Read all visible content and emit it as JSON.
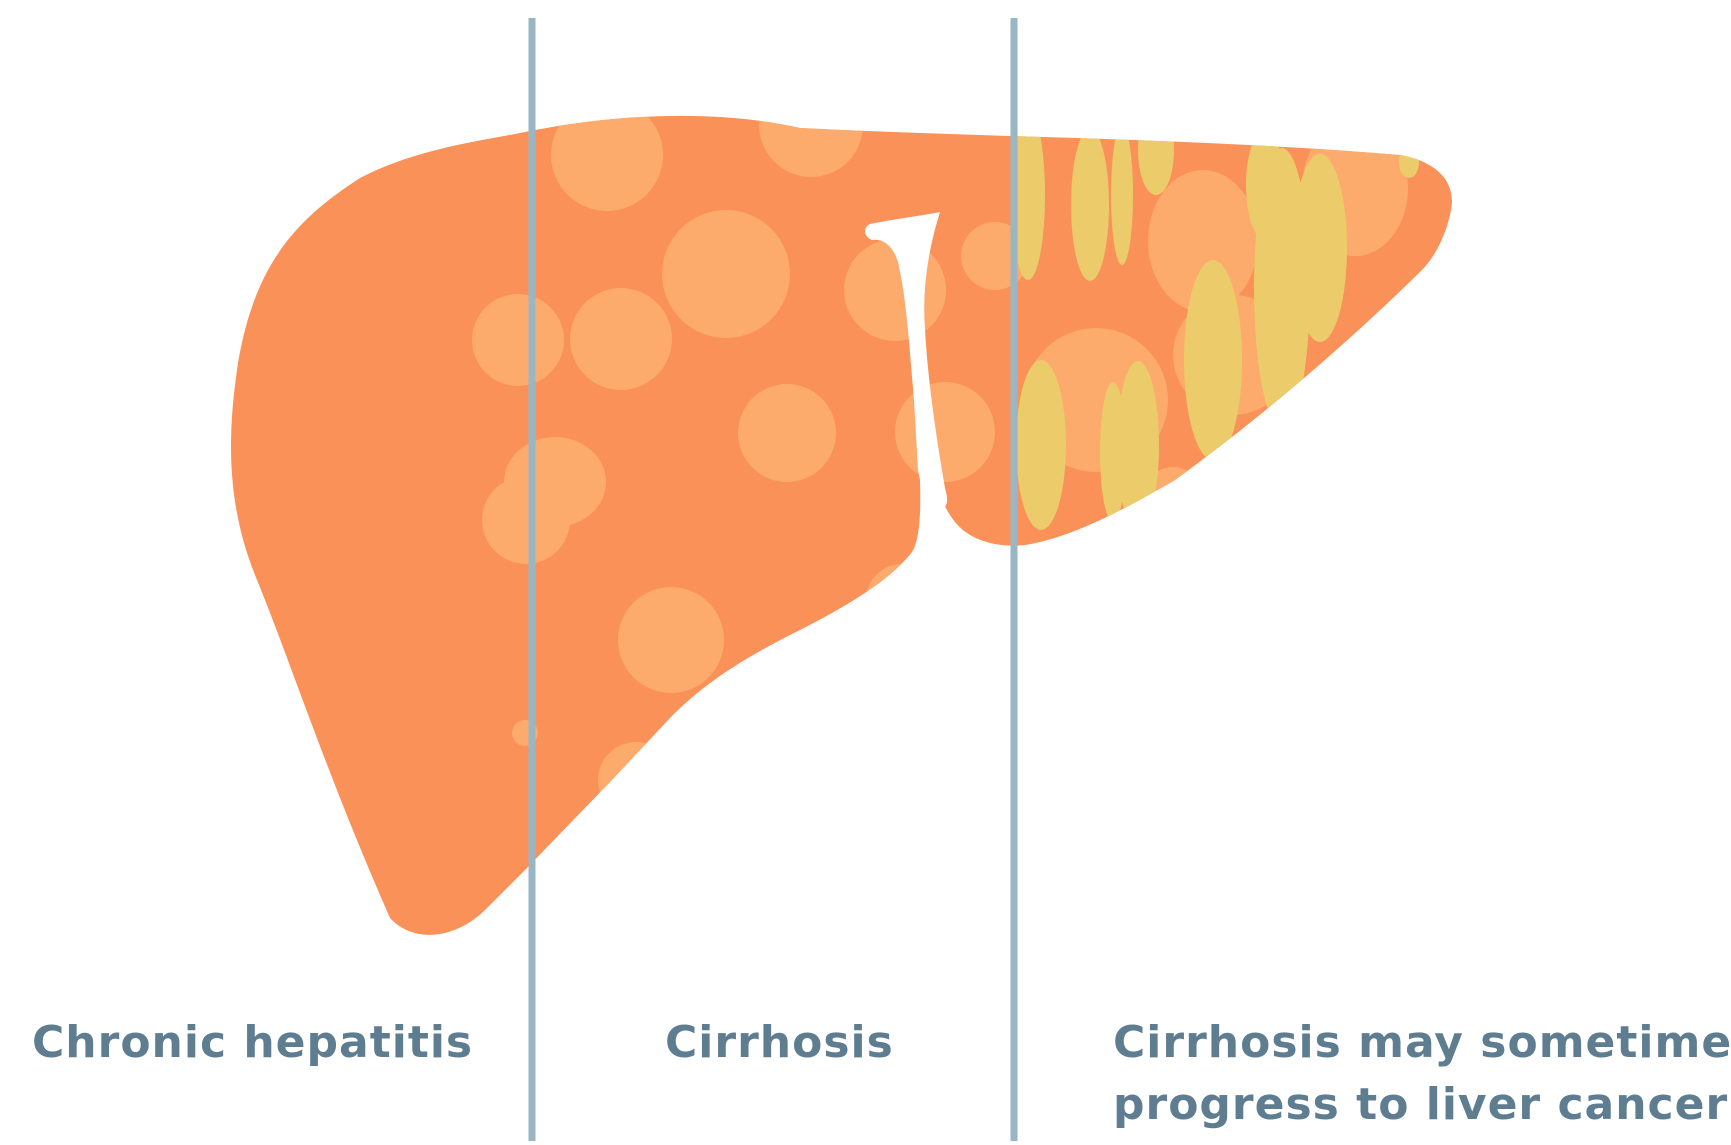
{
  "stages": [
    {
      "label": "Chronic hepatitis"
    },
    {
      "label": "Cirrhosis"
    },
    {
      "label_lines": [
        "Cirrhosis may sometimes",
        "progress to liver cancer"
      ]
    }
  ],
  "colors": {
    "liver": "#f99158",
    "nodule": "#fdab6c",
    "tumor": "#eccb6a",
    "divider": "#9bb6c3",
    "label": "#5e7d91",
    "background": "#ffffff"
  }
}
